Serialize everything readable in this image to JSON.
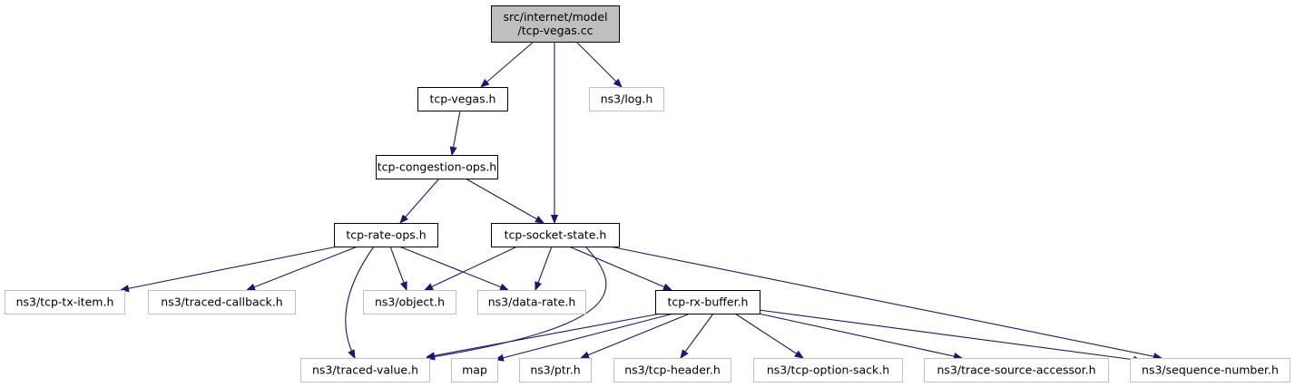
{
  "diagram": {
    "colors": {
      "edge": "#191970",
      "root_fill": "#bfbfbf",
      "local_border": "#000000",
      "external_border": "#bfbfbf",
      "text": "#000000"
    },
    "nodes": [
      {
        "id": "root",
        "kind": "root",
        "lines": [
          "src/internet/model",
          "/tcp-vegas.cc"
        ]
      },
      {
        "id": "tcp-vegas-h",
        "kind": "local",
        "lines": [
          "tcp-vegas.h"
        ]
      },
      {
        "id": "ns3-log-h",
        "kind": "external",
        "lines": [
          "ns3/log.h"
        ]
      },
      {
        "id": "tcp-congestion-ops-h",
        "kind": "local",
        "lines": [
          "tcp-congestion-ops.h"
        ]
      },
      {
        "id": "tcp-rate-ops-h",
        "kind": "local",
        "lines": [
          "tcp-rate-ops.h"
        ]
      },
      {
        "id": "tcp-socket-state-h",
        "kind": "local",
        "lines": [
          "tcp-socket-state.h"
        ]
      },
      {
        "id": "ns3-tcp-tx-item-h",
        "kind": "external",
        "lines": [
          "ns3/tcp-tx-item.h"
        ]
      },
      {
        "id": "ns3-traced-callback-h",
        "kind": "external",
        "lines": [
          "ns3/traced-callback.h"
        ]
      },
      {
        "id": "ns3-object-h",
        "kind": "external",
        "lines": [
          "ns3/object.h"
        ]
      },
      {
        "id": "ns3-data-rate-h",
        "kind": "external",
        "lines": [
          "ns3/data-rate.h"
        ]
      },
      {
        "id": "tcp-rx-buffer-h",
        "kind": "local",
        "lines": [
          "tcp-rx-buffer.h"
        ]
      },
      {
        "id": "ns3-traced-value-h",
        "kind": "external",
        "lines": [
          "ns3/traced-value.h"
        ]
      },
      {
        "id": "map",
        "kind": "external",
        "lines": [
          "map"
        ]
      },
      {
        "id": "ns3-ptr-h",
        "kind": "external",
        "lines": [
          "ns3/ptr.h"
        ]
      },
      {
        "id": "ns3-tcp-header-h",
        "kind": "external",
        "lines": [
          "ns3/tcp-header.h"
        ]
      },
      {
        "id": "ns3-tcp-option-sack-h",
        "kind": "external",
        "lines": [
          "ns3/tcp-option-sack.h"
        ]
      },
      {
        "id": "ns3-trace-source-accessor-h",
        "kind": "external",
        "lines": [
          "ns3/trace-source-accessor.h"
        ]
      },
      {
        "id": "ns3-sequence-number-h",
        "kind": "external",
        "lines": [
          "ns3/sequence-number.h"
        ]
      }
    ],
    "edges": [
      {
        "from": "root",
        "to": "tcp-vegas-h"
      },
      {
        "from": "root",
        "to": "ns3-log-h"
      },
      {
        "from": "root",
        "to": "tcp-socket-state-h"
      },
      {
        "from": "tcp-vegas-h",
        "to": "tcp-congestion-ops-h"
      },
      {
        "from": "tcp-congestion-ops-h",
        "to": "tcp-rate-ops-h"
      },
      {
        "from": "tcp-congestion-ops-h",
        "to": "tcp-socket-state-h"
      },
      {
        "from": "tcp-rate-ops-h",
        "to": "ns3-tcp-tx-item-h"
      },
      {
        "from": "tcp-rate-ops-h",
        "to": "ns3-traced-callback-h"
      },
      {
        "from": "tcp-rate-ops-h",
        "to": "ns3-object-h"
      },
      {
        "from": "tcp-rate-ops-h",
        "to": "ns3-data-rate-h"
      },
      {
        "from": "tcp-rate-ops-h",
        "to": "ns3-traced-value-h"
      },
      {
        "from": "tcp-socket-state-h",
        "to": "ns3-object-h"
      },
      {
        "from": "tcp-socket-state-h",
        "to": "ns3-data-rate-h"
      },
      {
        "from": "tcp-socket-state-h",
        "to": "ns3-traced-value-h"
      },
      {
        "from": "tcp-socket-state-h",
        "to": "tcp-rx-buffer-h"
      },
      {
        "from": "tcp-socket-state-h",
        "to": "ns3-sequence-number-h"
      },
      {
        "from": "tcp-rx-buffer-h",
        "to": "ns3-traced-value-h"
      },
      {
        "from": "tcp-rx-buffer-h",
        "to": "map"
      },
      {
        "from": "tcp-rx-buffer-h",
        "to": "ns3-ptr-h"
      },
      {
        "from": "tcp-rx-buffer-h",
        "to": "ns3-tcp-header-h"
      },
      {
        "from": "tcp-rx-buffer-h",
        "to": "ns3-tcp-option-sack-h"
      },
      {
        "from": "tcp-rx-buffer-h",
        "to": "ns3-trace-source-accessor-h"
      },
      {
        "from": "tcp-rx-buffer-h",
        "to": "ns3-sequence-number-h"
      }
    ]
  }
}
